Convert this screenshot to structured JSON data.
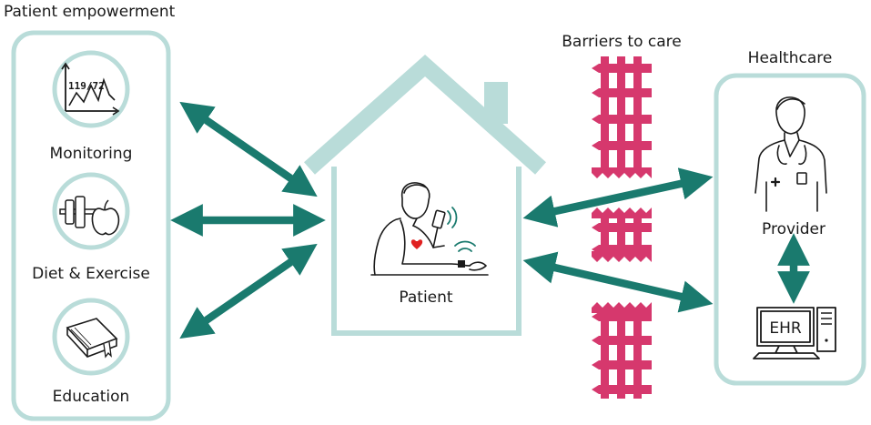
{
  "left_panel": {
    "title": "Patient empowerment",
    "items": [
      {
        "label": "Monitoring",
        "icon": "monitoring-chart-icon",
        "reading": "119/72"
      },
      {
        "label": "Diet & Exercise",
        "icon": "dumbbell-apple-icon"
      },
      {
        "label": "Education",
        "icon": "book-icon"
      }
    ]
  },
  "center": {
    "label": "Patient",
    "icon": "patient-with-phone-icon"
  },
  "barrier": {
    "title": "Barriers to care",
    "icon": "fence-icon"
  },
  "right_panel": {
    "title": "Healthcare",
    "provider_label": "Provider",
    "provider_icon": "doctor-icon",
    "ehr_label": "EHR",
    "ehr_icon": "computer-icon"
  },
  "colors": {
    "panel_border": "#b9dcd9",
    "arrow": "#1a7a6e",
    "fence": "#d6386d",
    "house": "#b9dcd9",
    "line_art": "#1a1a1a",
    "heart": "#e02020"
  }
}
